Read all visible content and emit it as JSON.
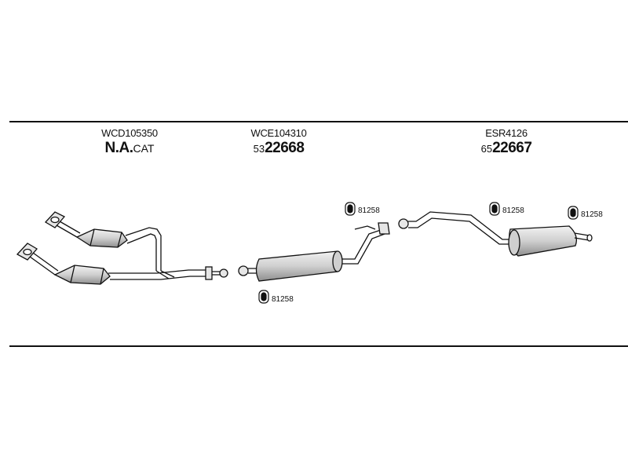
{
  "sections": [
    {
      "code": "WCD105350",
      "ref_prefix": "N.A.",
      "ref_main": "",
      "ref_suffix": "CAT"
    },
    {
      "code": "WCE104310",
      "ref_prefix": "53",
      "ref_main": "22668",
      "ref_suffix": ""
    },
    {
      "code": "ESR4126",
      "ref_prefix": "65",
      "ref_main": "22667",
      "ref_suffix": ""
    }
  ],
  "hanger_labels": [
    "81258",
    "81258",
    "81258",
    "81258"
  ],
  "colors": {
    "line": "#111111",
    "part_fill": "#d9d9d9",
    "part_shade": "#9a9a9a"
  }
}
